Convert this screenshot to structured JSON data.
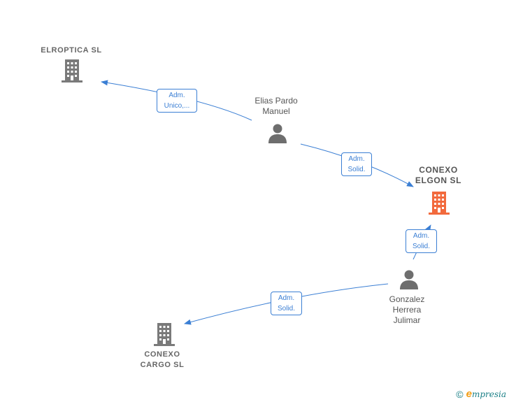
{
  "companies": {
    "elroptica": {
      "name": "ELROPTICA  SL"
    },
    "conexo_elgon": {
      "line1": "CONEXO",
      "line2": "ELGON  SL"
    },
    "conexo_cargo": {
      "line1": "CONEXO",
      "line2": "CARGO  SL"
    }
  },
  "persons": {
    "elias": {
      "line1": "Elias Pardo",
      "line2": "Manuel"
    },
    "gonzalez": {
      "line1": "Gonzalez",
      "line2": "Herrera",
      "line3": "Julimar"
    }
  },
  "relations": {
    "elias_elroptica": {
      "line1": "Adm.",
      "line2": "Unico,..."
    },
    "elias_elgon": {
      "line1": "Adm.",
      "line2": "Solid."
    },
    "gonzalez_elgon": {
      "line1": "Adm.",
      "line2": "Solid."
    },
    "gonzalez_cargo": {
      "line1": "Adm.",
      "line2": "Solid."
    }
  },
  "colors": {
    "edge": "#3b7fd4",
    "building_default": "#7a7a7a",
    "building_focus": "#f26a3d",
    "person": "#6e6e6e"
  },
  "footer": {
    "copyright_symbol": "©",
    "brand_initial": "e",
    "brand_name": "mpresia"
  }
}
